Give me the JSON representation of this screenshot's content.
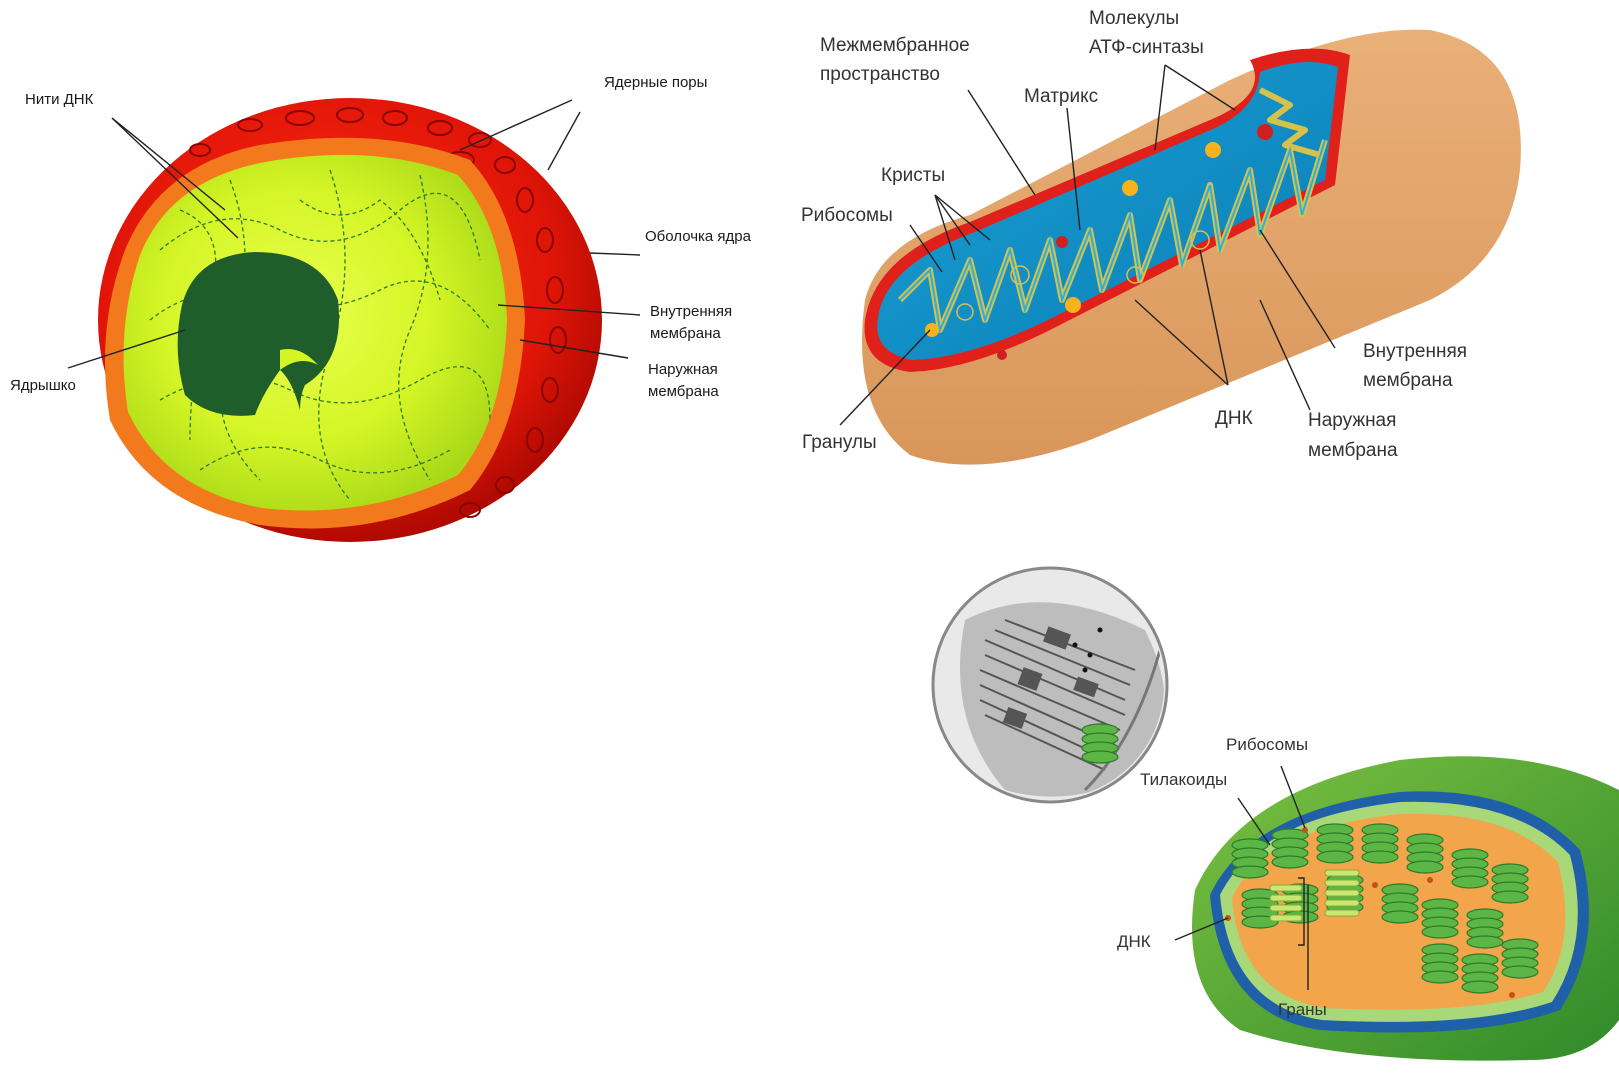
{
  "nucleus": {
    "labels": {
      "dna_threads": "Нити ДНК",
      "nuclear_pores": "Ядерные поры",
      "nuclear_envelope": "Оболочка ядра",
      "inner_membrane_l1": "Внутренняя",
      "inner_membrane_l2": "мембрана",
      "outer_membrane_l1": "Наружная",
      "outer_membrane_l2": "мембрана",
      "nucleolus": "Ядрышко"
    }
  },
  "mitochondrion": {
    "labels": {
      "intermembrane_l1": "Межмембранное",
      "intermembrane_l2": "пространство",
      "atp_l1": "Молекулы",
      "atp_l2": "АТФ-синтазы",
      "matrix": "Матрикс",
      "cristae": "Кристы",
      "ribosomes": "Рибосомы",
      "inner_membrane_l1": "Внутренняя",
      "inner_membrane_l2": "мембрана",
      "granules": "Гранулы",
      "dna": "ДНК",
      "outer_membrane_l1": "Наружная",
      "outer_membrane_l2": "мембрана"
    }
  },
  "chloroplast": {
    "labels": {
      "ribosomes": "Рибосомы",
      "thylakoids": "Тилакоиды",
      "dna": "ДНК",
      "grana": "Граны"
    }
  }
}
